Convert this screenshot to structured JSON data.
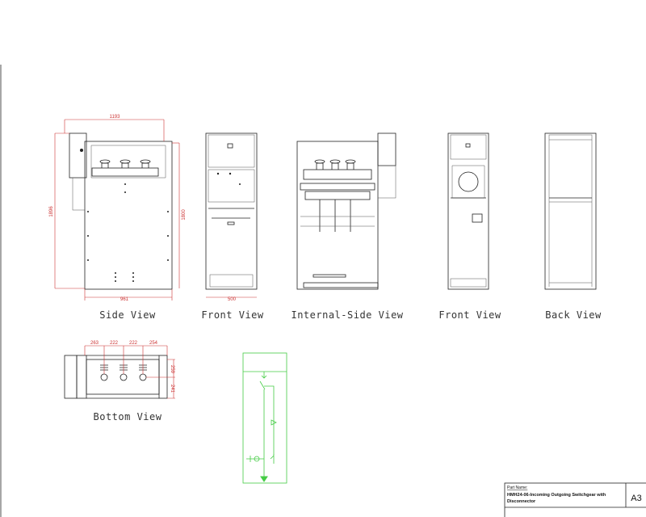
{
  "views": {
    "side": "Side View",
    "front1": "Front View",
    "internal_side": "Internal-Side View",
    "front2": "Front View",
    "back": "Back View",
    "bottom": "Bottom View"
  },
  "dimensions": {
    "side_width_overall": "1193",
    "side_height_overall": "1896",
    "side_height_body": "1800",
    "side_depth": "961",
    "front_width": "500",
    "bottom_263": "263",
    "bottom_222a": "222",
    "bottom_222b": "222",
    "bottom_254": "254",
    "bottom_259": "259",
    "bottom_241": "241"
  },
  "title_block": {
    "part_name_label": "Part Name:",
    "part_name": "HMH24-06-Incoming Outgoing Switchgear with",
    "part_name_line2": "Disconnector",
    "sheet_size": "A3"
  },
  "colors": {
    "dimension": "#cc3333",
    "schematic": "#44cc44"
  }
}
